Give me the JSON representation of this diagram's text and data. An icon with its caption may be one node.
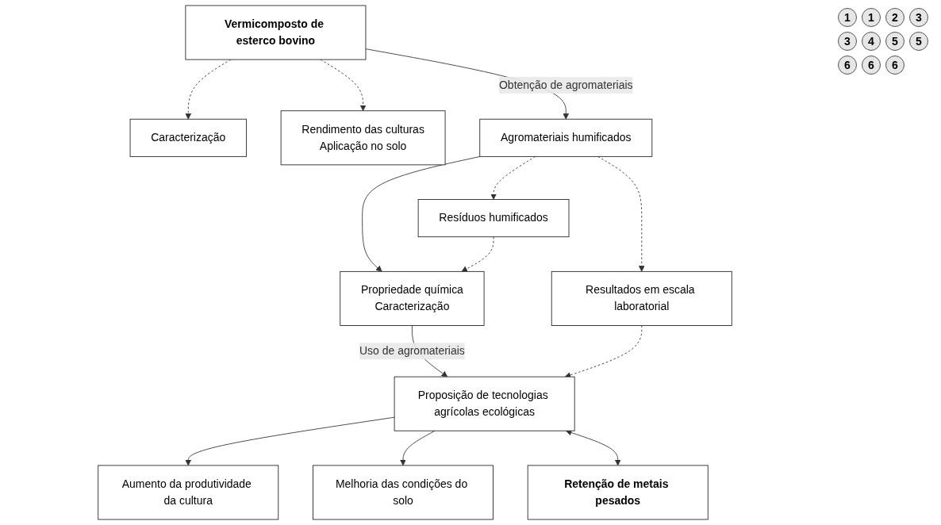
{
  "diagram": {
    "nodes": [
      {
        "text": [
          "Vermicomposto de esterco bovino"
        ]
      },
      {
        "text": [
          "Caracterização"
        ]
      },
      {
        "text": [
          "Rendimento das culturas",
          "Aplicação no solo"
        ]
      },
      {
        "text": [
          "Agromateriais humificados"
        ]
      },
      {
        "text": [
          "Resíduos humificados"
        ]
      },
      {
        "text": [
          "Propriedade química",
          "Caracterização"
        ]
      },
      {
        "text": [
          "Resultados em escala laboratorial"
        ]
      },
      {
        "text": [
          "Proposição de tecnologias agrícolas ecológicas"
        ]
      },
      {
        "text": [
          "Aumento da produtividade da cultura"
        ]
      },
      {
        "text": [
          "Melhoria das condições do solo"
        ]
      },
      {
        "text": [
          "Retenção de metais pesados"
        ]
      }
    ],
    "edges": [
      {
        "from": 0,
        "to": 1,
        "arrow": "to",
        "style": "dashed"
      },
      {
        "from": 0,
        "to": 2,
        "arrow": "to",
        "style": "dashed"
      },
      {
        "from": 0,
        "to": 3,
        "arrow": "to",
        "label": "Obtenção de agromateriais"
      },
      {
        "from": 3,
        "to": 4,
        "arrow": "to",
        "style": "dashed"
      },
      {
        "from": 3,
        "to": 5,
        "arrow": "to"
      },
      {
        "from": 3,
        "to": 6,
        "arrow": "to",
        "style": "dashed"
      },
      {
        "from": 4,
        "to": 5,
        "arrow": "to",
        "style": "dashed"
      },
      {
        "from": 5,
        "to": 7,
        "arrow": "to",
        "label": "Uso de agromateriais"
      },
      {
        "from": 6,
        "to": 7,
        "arrow": "to",
        "style": "dashed"
      },
      {
        "from": 7,
        "to": 8,
        "arrow": "to"
      },
      {
        "from": 7,
        "to": 9,
        "arrow": "to"
      },
      {
        "from": 7,
        "to": 10,
        "arrow": "both"
      }
    ],
    "labels": [
      "1",
      "1",
      "2",
      "3",
      "3",
      "4",
      "5",
      "5",
      "6",
      "6",
      "6"
    ]
  }
}
